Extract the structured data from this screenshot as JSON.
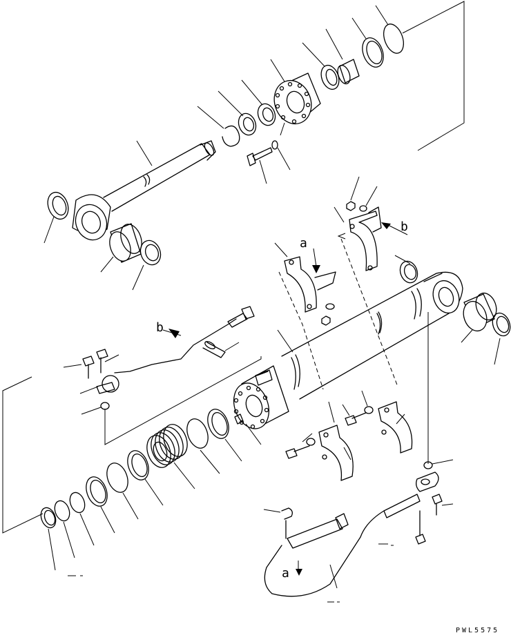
{
  "labels": {
    "ref_a_upper": "a",
    "ref_a_lower": "a",
    "ref_b_upper": "b",
    "ref_b_lower": "b"
  },
  "figure_code": "PWL5575"
}
